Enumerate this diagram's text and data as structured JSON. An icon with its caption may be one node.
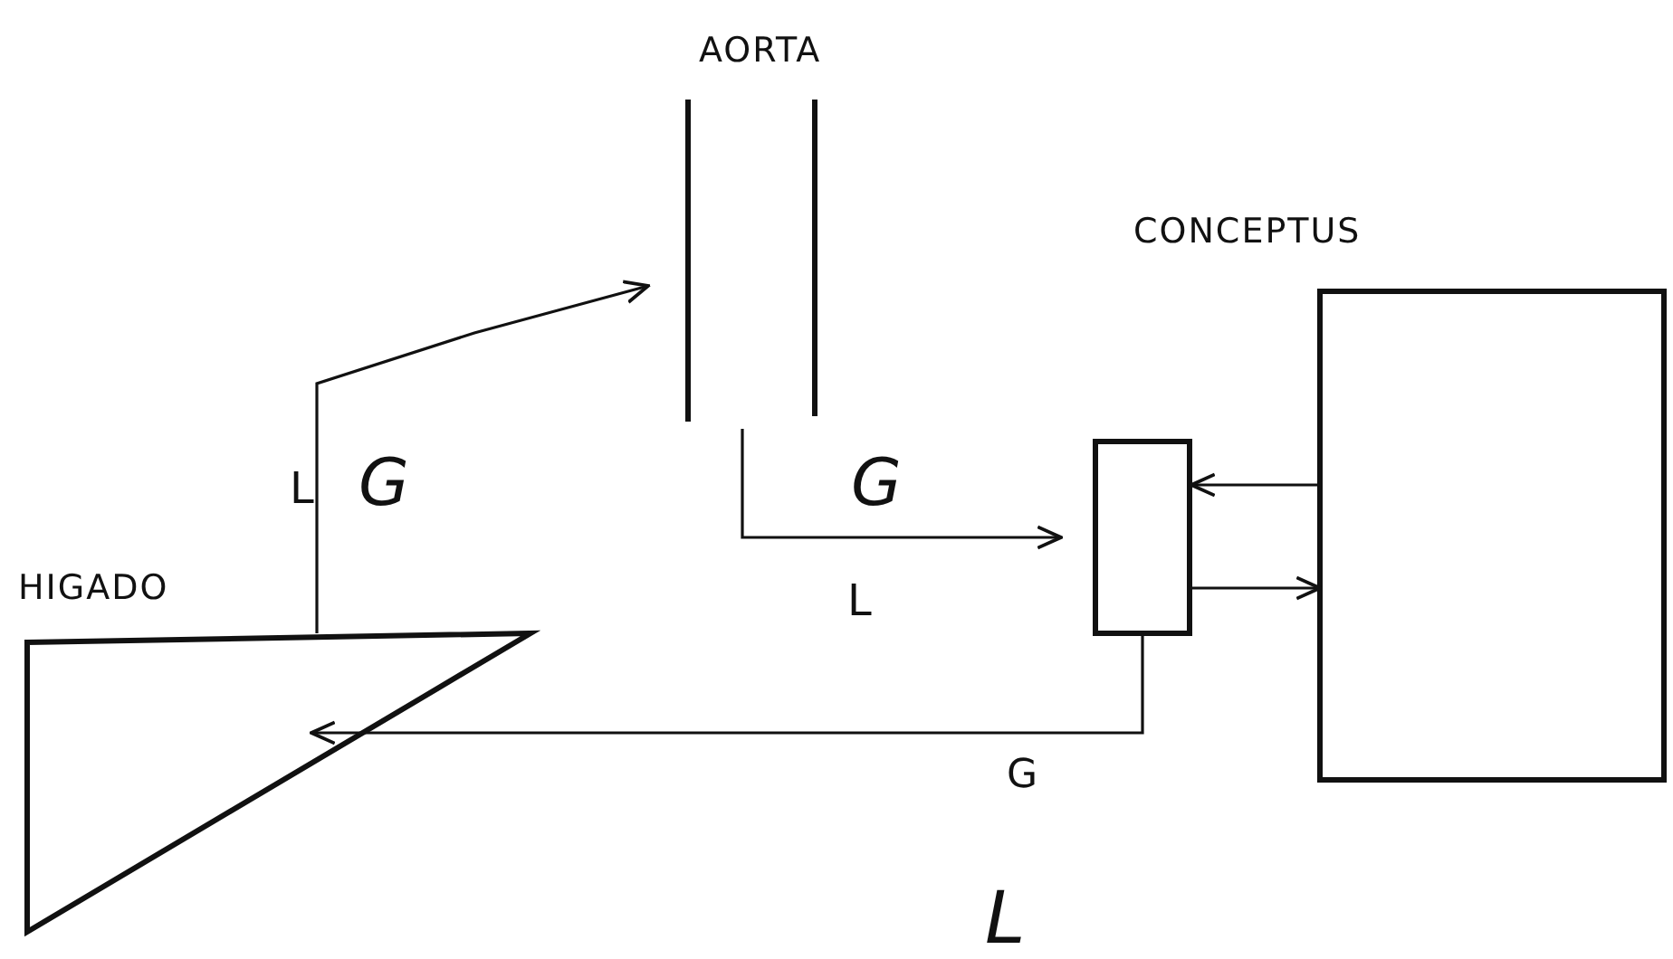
{
  "diagram": {
    "nodes": [
      {
        "text": [
          "HIGADO"
        ]
      },
      {
        "text": [
          "AORTA"
        ]
      },
      {
        "text": [],
        "shape": "box"
      },
      {
        "text": [
          "CONCEPTUS"
        ]
      }
    ],
    "edges": [
      {
        "from": 0,
        "to": 1,
        "arrow": "to"
      },
      {
        "from": 1,
        "to": 2,
        "arrow": "to"
      },
      {
        "from": 3,
        "to": 2,
        "arrow": "to"
      },
      {
        "from": 2,
        "to": 3,
        "arrow": "to"
      },
      {
        "from": 2,
        "to": 0,
        "arrow": "to"
      }
    ],
    "labels": [
      "L",
      "G",
      "G",
      "L",
      "G",
      "L"
    ]
  }
}
